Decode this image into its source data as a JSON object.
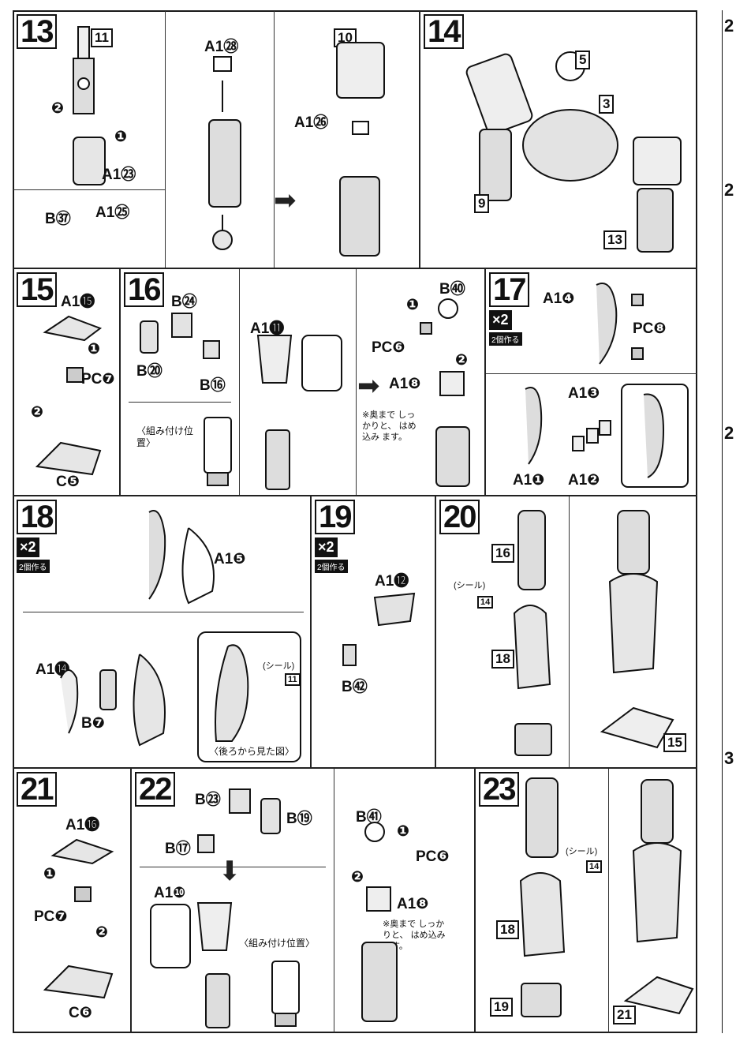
{
  "steps": {
    "s13": {
      "num": "13",
      "labels": {
        "p11": "11",
        "a1_28": "A1㉘",
        "a1_23": "A1㉓",
        "b37": "B㊲",
        "a1_25": "A1㉕",
        "p10": "10",
        "a1_26": "A1㉖",
        "m1": "❶",
        "m2": "❷"
      }
    },
    "s14": {
      "num": "14",
      "labels": {
        "p5": "5",
        "p3": "3",
        "p9": "9",
        "p13": "13"
      }
    },
    "s15": {
      "num": "15",
      "labels": {
        "a1_15": "A1⓯",
        "pc7": "PC❼",
        "c5": "C❺",
        "m1": "❶",
        "m2": "❷"
      }
    },
    "s16": {
      "num": "16",
      "labels": {
        "b24": "B㉔",
        "b20": "B⑳",
        "b16": "B⑯",
        "a1_11": "A1⓫",
        "b40": "B㊵",
        "pc6": "PC❻",
        "a1_8": "A1❽",
        "pos": "〈組み付け位置〉",
        "note": "※奥まで しっかりと、 はめ込み ます。",
        "m1": "❶",
        "m2": "❷"
      }
    },
    "s17": {
      "num": "17",
      "x2": "×2",
      "make2": "2個作る",
      "labels": {
        "a1_4": "A1❹",
        "pc8": "PC❽",
        "a1_3": "A1❸",
        "a1_1": "A1❶",
        "a1_2": "A1❷"
      }
    },
    "s18": {
      "num": "18",
      "x2": "×2",
      "make2": "2個作る",
      "labels": {
        "a1_5": "A1❺",
        "a1_14": "A1⓮",
        "b7": "B❼",
        "seal": "(シール)",
        "seal_num": "11",
        "back": "〈後ろから見た図〉"
      }
    },
    "s19": {
      "num": "19",
      "x2": "×2",
      "make2": "2個作る",
      "labels": {
        "a1_12": "A1⓬",
        "b42": "B㊷"
      }
    },
    "s20": {
      "num": "20",
      "labels": {
        "p16": "16",
        "seal": "(シール)",
        "seal_num": "14",
        "p18": "18",
        "p15": "15"
      }
    },
    "s21": {
      "num": "21",
      "labels": {
        "a1_16": "A1⓰",
        "pc7": "PC❼",
        "c6": "C❻",
        "m1": "❶",
        "m2": "❷"
      }
    },
    "s22": {
      "num": "22",
      "labels": {
        "b23": "B㉓",
        "b19": "B⑲",
        "b17": "B⑰",
        "a1_10": "A1❿",
        "pos": "〈組み付け位置〉",
        "b41": "B㊶",
        "pc6": "PC❻",
        "a1_8": "A1❽",
        "note": "※奥まで しっかりと、 はめ込み ます。",
        "m1": "❶",
        "m2": "❷"
      }
    },
    "s23": {
      "num": "23",
      "labels": {
        "seal": "(シール)",
        "seal_num": "14",
        "p18": "18",
        "p19": "19",
        "p21": "21"
      }
    }
  },
  "edge": {
    "a": "2",
    "b": "2",
    "c": "2",
    "d": "3"
  },
  "colors": {
    "ink": "#111111",
    "paper": "#ffffff",
    "tone": "#d9d9d9"
  }
}
